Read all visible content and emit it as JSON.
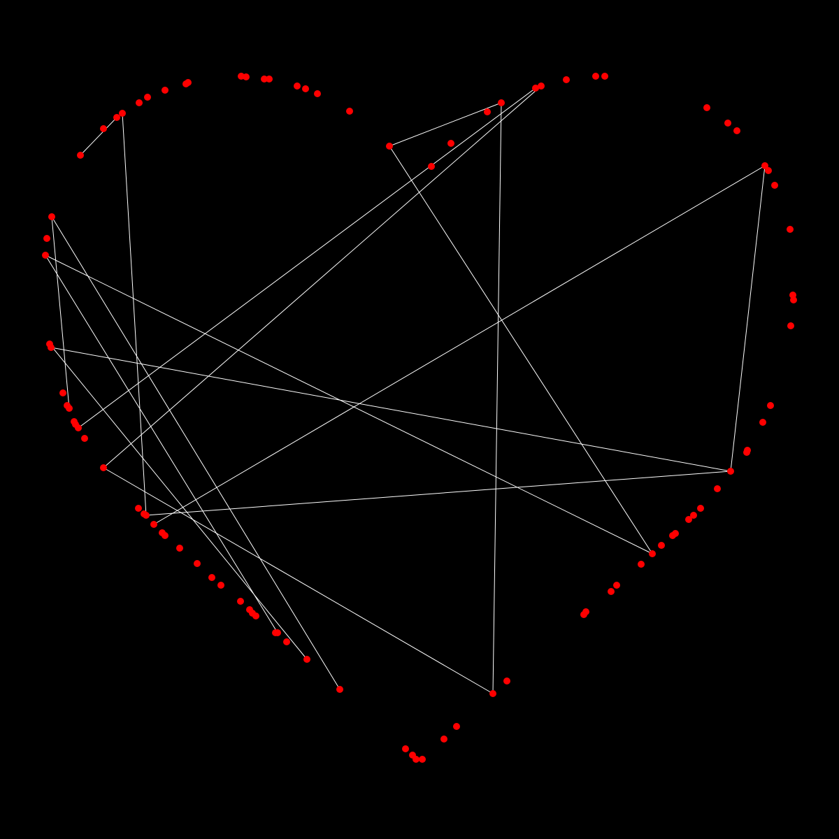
{
  "colors": {
    "background": "#000000",
    "node": "#ff0000",
    "edge": "#ffffff"
  },
  "diagram": {
    "type": "node-link graph",
    "node_count": 111,
    "edge_count": 17
  }
}
